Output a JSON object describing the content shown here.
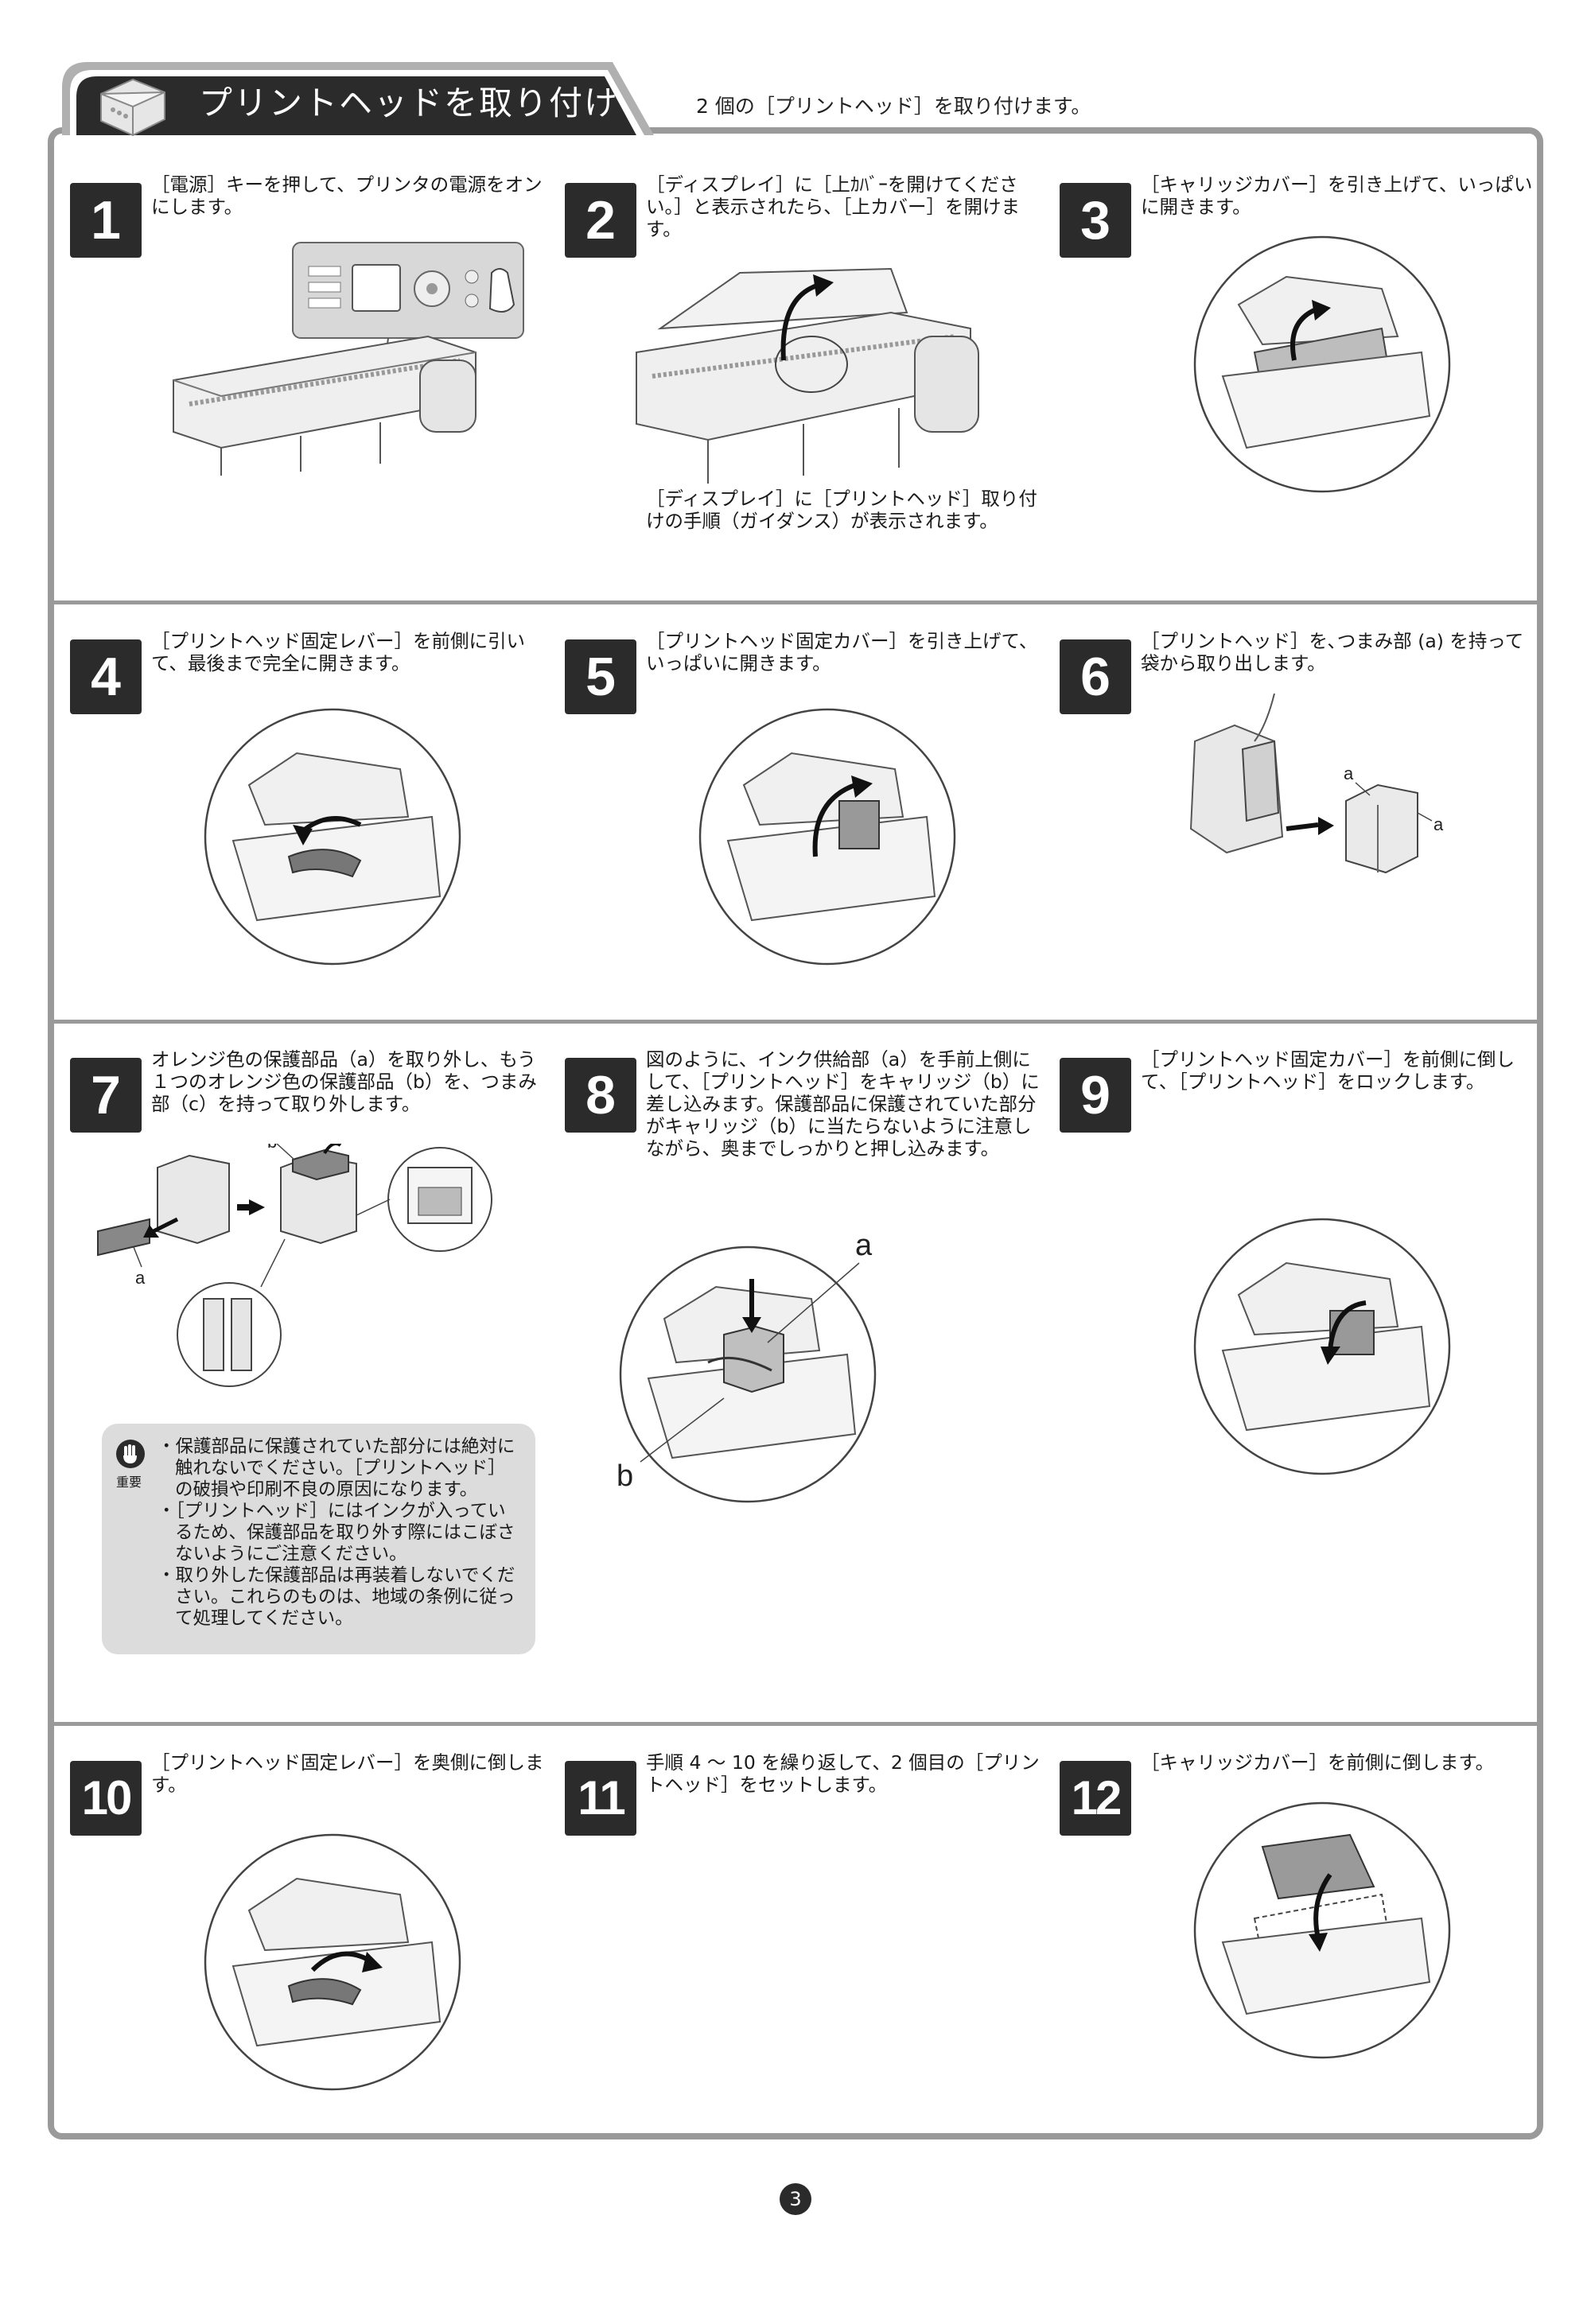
{
  "header": {
    "title": "プリントヘッドを取り付ける",
    "subtitle": "2 個の［プリントヘッド］を取り付けます。"
  },
  "steps": [
    {
      "num": "1",
      "text": "［電源］キーを押して、プリンタの電源をオンにします。"
    },
    {
      "num": "2",
      "text": "［ディスプレイ］に［上ｶﾊﾞｰを開けてください。］と表示されたら、［上カバー］を開けます。"
    },
    {
      "num": "3",
      "text": "［キャリッジカバー］を引き上げて、いっぱいに開きます。"
    },
    {
      "num": "4",
      "text": "［プリントヘッド固定レバー］を前側に引いて、最後まで完全に開きます。"
    },
    {
      "num": "5",
      "text": "［プリントヘッド固定カバー］を引き上げて、いっぱいに開きます。"
    },
    {
      "num": "6",
      "text": "［プリントヘッド］を､つまみ部 (a) を持って袋から取り出します。"
    },
    {
      "num": "7",
      "text": "オレンジ色の保護部品（a）を取り外し、もう１つのオレンジ色の保護部品（b）を、つまみ部（c）を持って取り外します。"
    },
    {
      "num": "8",
      "text": "図のように、インク供給部（a）を手前上側にして、［プリントヘッド］をキャリッジ（b）に差し込みます。保護部品に保護されていた部分がキャリッジ（b）に当たらないように注意しながら、奥までしっかりと押し込みます。"
    },
    {
      "num": "9",
      "text": "［プリントヘッド固定カバー］を前側に倒して､［プリントヘッド］をロックします。"
    },
    {
      "num": "10",
      "text": "［プリントヘッド固定レバー］を奥側に倒します。"
    },
    {
      "num": "11",
      "text": "手順 4 ～ 10 を繰り返して、2 個目の［プリントヘッド］をセットします。"
    },
    {
      "num": "12",
      "text": "［キャリッジカバー］を前側に倒します。"
    }
  ],
  "step2_note": "［ディスプレイ］に［プリントヘッド］取り付けの手順（ガイダンス）が表示されます。",
  "labels": {
    "a": "a",
    "b": "b",
    "c": "c"
  },
  "important": {
    "label": "重要",
    "items": [
      "・保護部品に保護されていた部分には絶対に触れないでください。［プリントヘッド］の破損や印刷不良の原因になります。",
      "・［プリントヘッド］にはインクが入っているため、保護部品を取り外す際にはこぼさないようにご注意ください。",
      "・取り外した保護部品は再装着しないでください。これらのものは、地域の条例に従って処理してください。"
    ]
  },
  "page_number": "3",
  "colors": {
    "frame": "#9a9a9a",
    "dark": "#2b2b2b",
    "note_bg": "#dcdcdc"
  }
}
